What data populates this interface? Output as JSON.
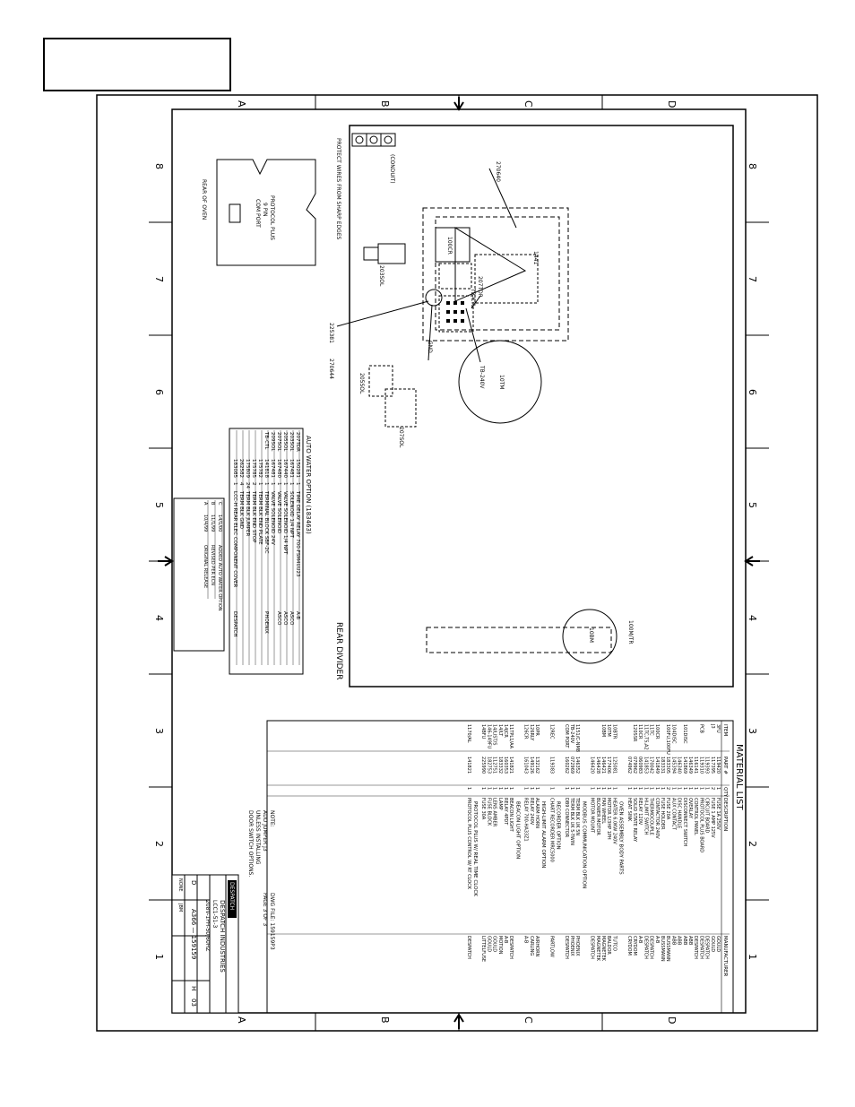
{
  "stamp_box": {
    "text": ""
  },
  "border": {
    "columns": [
      "A",
      "B",
      "C",
      "D"
    ],
    "rows": [
      "8",
      "7",
      "6",
      "5",
      "4",
      "3",
      "2",
      "1"
    ]
  },
  "title_block": {
    "company": "DESPATCH INDUSTRIES",
    "model": "LCC1-51-3",
    "desc1": "208V-1PH-50/60HZ",
    "size": "D",
    "dwg_no": "A366 — 159159",
    "rev": "H",
    "sheet": "03",
    "scale": "NONE",
    "drawn_by": "JBM",
    "page": "PAGE 3 OF 3",
    "file": "DWG FILE: 159159P3",
    "logo": "DESPATCH"
  },
  "notes": {
    "header": "NOTE:",
    "lines": [
      "ADD JUMPER J3",
      "UNLESS INSTALLING",
      "DOOR SWITCH OPTIONS."
    ]
  },
  "diagram": {
    "title": "REAR DIVIDER",
    "protect_note": "PROTECT WIRES FROM SHARP EDGES",
    "conduit": "(CONDUIT)",
    "rear_of_oven": "REAR OF OVEN",
    "protocol_port": [
      "PROTOCOL PLUS",
      "9 PIN",
      "COM PORT"
    ],
    "callouts": [
      "270640",
      "207TDR",
      "TB-CTL",
      "1441",
      "100CR",
      "203SOL",
      "225381",
      "270644",
      "GND",
      "TB-240V",
      "205SOL",
      "207SOL",
      "10TM",
      "10BM",
      "100M/TR"
    ]
  },
  "auto_water": {
    "title": "AUTO WATER OPTION (183463)",
    "rows": [
      [
        "207TDR",
        "150281",
        "1",
        "TIME DELAY RELAY 700-FSM4UU23",
        "A-B"
      ],
      [
        "203SOL",
        "167481",
        "1",
        "SOLENOID 1/4 NPT",
        "ASCO"
      ],
      [
        "205SOL",
        "167440",
        "1",
        "VALVE SOLENOID 1/4 NPT",
        "ASCO"
      ],
      [
        "207SOL",
        "167480",
        "1",
        "VALVE SOLENOID",
        "ASCO"
      ],
      [
        "209SOL",
        "167481",
        "1",
        "VALVE SOLENOID 24V",
        ""
      ],
      [
        "TB-CTL",
        "141818",
        "1",
        "TERMINAL BLOCK SBF-2C",
        "PHOENIX"
      ],
      [
        "",
        "175782",
        "1",
        "TERM BLK END PLATE",
        ""
      ],
      [
        "",
        "175785",
        "2",
        "TERM BLK END STOP",
        ""
      ],
      [
        "",
        "175809",
        "24",
        "TERM BLK JUMPER",
        ""
      ],
      [
        "",
        "262582",
        "4",
        "TERM BLK GND",
        ""
      ],
      [
        "",
        "183085",
        "1",
        "LCC-H REAR ELEC COMPONENT COVER",
        "DESPATCH"
      ]
    ]
  },
  "revisions": {
    "rows": [
      [
        "C",
        "14/1/00",
        "ADDED AUTO WATER OPTION"
      ],
      [
        "B",
        "11/1/99",
        "REVISED PER ECN"
      ],
      [
        "A",
        "10/4/99",
        "ORIGINAL RELEASE"
      ]
    ]
  },
  "material_list": {
    "title": "MATERIAL LIST",
    "headers": [
      "ITEM",
      "PART #",
      "QTY",
      "DESCRIPTION",
      "MANUFACTURER"
    ],
    "rows": [
      [
        "3FU",
        "119420",
        "1",
        "FUSE 1A 250V",
        "GOULD"
      ],
      [
        "J3",
        "117395",
        "2",
        "FUSE 1 AMP 125V",
        "GOULD"
      ],
      [
        "",
        "119393",
        "1",
        "CIRCUIT BOARD",
        "DESPATCH"
      ],
      [
        "PCB",
        "119310",
        "1",
        "PROTOCOL PLUS BOARD",
        "DESPATCH"
      ],
      [
        "",
        "116141",
        "1",
        "CONTROL PANEL",
        "DESPATCH"
      ],
      [
        "",
        "146349",
        "1",
        "OVERLAY",
        "ABB"
      ],
      [
        "101DISC",
        "141869",
        "1",
        "DISCONNECT SWITCH",
        "ABB"
      ],
      [
        "",
        "146340",
        "1",
        "DISC HANDLE",
        "ABB"
      ],
      [
        "104DISC",
        "145394",
        "1",
        "AUX CONTACT",
        "ABB"
      ],
      [
        "100FU,100FU",
        "183305",
        "2",
        "FUSE 20A",
        "BUSSMANN"
      ],
      [
        "",
        "183331",
        "1",
        "FUSE HOLDER",
        "BUSSMANN"
      ],
      [
        "100CR",
        "141849",
        "1",
        "CONTACTOR 240V",
        "A-B"
      ],
      [
        "11TC",
        "170042",
        "1",
        "THERMOCOUPLE",
        "DESPATCH"
      ],
      [
        "11TC,TS,A2",
        "141853",
        "1",
        "HI-LIMIT SWITCH",
        "DESPATCH"
      ],
      [
        "110CR",
        "060983",
        "1",
        "RELAY 120V",
        "A-B"
      ],
      [
        "120SSR",
        "079962",
        "1",
        "SOLID STATE RELAY",
        "CRYDOM"
      ],
      [
        "",
        "074962",
        "1",
        "HEAT SINK",
        "CRYDOM"
      ]
    ],
    "sections": [
      {
        "title": "OVEN ASSEMBLY BODY PARTS",
        "rows": [
          [
            "10BTR",
            "125081",
            "1",
            "HEATER 6.0KW 240V",
            "TUTCO"
          ],
          [
            "10TM",
            "177406",
            "1",
            "MOTOR 1/3HP 1PH",
            "BALDOR"
          ],
          [
            "10BM",
            "146421",
            "1",
            "FAN WHEEL",
            "MAGNETEK"
          ],
          [
            "",
            "146428",
            "1",
            "BLOWER MOTOR",
            "MAGNETEK"
          ],
          [
            "",
            "146420",
            "1",
            "MOTOR MOUNT",
            "DESPATCH"
          ]
        ]
      },
      {
        "title": "MODBUS COMMUNICATION OPTION",
        "rows": [
          [
            "1151/C-NM8",
            "146352",
            "1",
            "TERM BLK UK 5N",
            "PHOENIX"
          ],
          [
            "TB-240V",
            "072969",
            "1",
            "TERM BLK UK 5-TWIN",
            "PHOENIX"
          ],
          [
            "COM PORT",
            "160262",
            "1",
            "DB9 CONNECTOR",
            "DESPATCH"
          ]
        ]
      },
      {
        "title": "RECORDER OPTION",
        "rows": [
          [
            "12REC",
            "119383",
            "1",
            "CHART RECORDER MRC5000",
            "PARTLOW"
          ]
        ]
      },
      {
        "title": "HIGH-LIMIT ALARM OPTION",
        "rows": [
          [
            "10PR",
            "132162",
            "1",
            "ALARM HORN",
            "AIRHORN"
          ],
          [
            "126RLY",
            "149126",
            "1",
            "RELAY 240V",
            "CARLING"
          ],
          [
            "126CR",
            "161043",
            "1",
            "RELAY 700-HA33Z1",
            "A-B"
          ]
        ]
      },
      {
        "title": "BEACON LIGHT OPTION",
        "rows": [
          [
            "11TPL1/AA",
            "141821",
            "1",
            "BEACON LIGHT",
            "DESPATCH"
          ],
          [
            "14JCR",
            "160353",
            "1",
            "RELAY 4PDT",
            "A-B"
          ],
          [
            "14/LT",
            "183332",
            "1",
            "LAMP",
            "MOTION"
          ],
          [
            "14/LIST/S",
            "112751",
            "1",
            "LENS AMBER",
            "GOULD"
          ],
          [
            "146-149FU",
            "182753",
            "1",
            "FUSE BLOCK",
            "GOULD"
          ],
          [
            "14BFU",
            "225990",
            "1",
            "FUSE 30A",
            "LITTELFUSE"
          ]
        ]
      },
      {
        "title": "PROTOCOL PLUS W/ REAL TIME CLOCK",
        "rows": [
          [
            "1170/AL",
            "141821",
            "1",
            "PROTOCOL PLUS CONTROL W/ RT CLOCK",
            "DESPATCH"
          ]
        ]
      }
    ]
  }
}
